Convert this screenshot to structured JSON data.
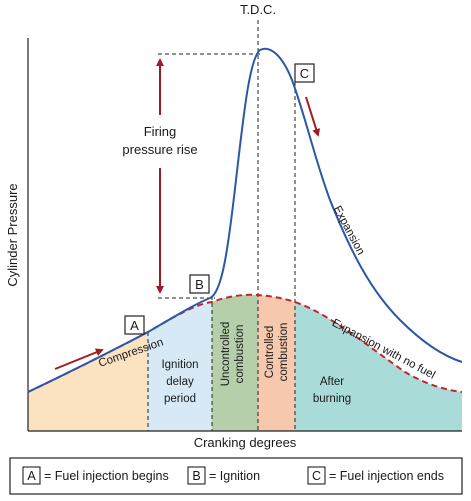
{
  "top_label": "T.D.C.",
  "y_axis_label": "Cylinder Pressure",
  "x_axis_label": "Cranking degrees",
  "firing_pressure": {
    "line1": "Firing",
    "line2": "pressure rise"
  },
  "curve_labels": {
    "compression": "Compression",
    "expansion": "Expansion",
    "expansion_no_fuel": "Expansion with no fuel"
  },
  "regions": {
    "ignition_delay": {
      "line1": "Ignition",
      "line2": "delay",
      "line3": "period",
      "color": "#d6e9f5"
    },
    "uncontrolled": {
      "line1": "Uncontrolled",
      "line2": "combustion",
      "color": "#b5cfab"
    },
    "controlled": {
      "line1": "Controlled",
      "line2": "combustion",
      "color": "#f6c8ae"
    },
    "after_burning": {
      "line1": "After",
      "line2": "burning",
      "color": "#a9dbd8"
    },
    "compression_fill": {
      "color": "#fbe3c2"
    }
  },
  "markers": {
    "A": "A",
    "B": "B",
    "C": "C"
  },
  "legend": [
    {
      "key": "A",
      "text": "= Fuel injection begins"
    },
    {
      "key": "B",
      "text": "= Ignition"
    },
    {
      "key": "C",
      "text": "= Fuel injection ends"
    }
  ],
  "colors": {
    "firing_curve": "#2b58a5",
    "motoring_curve": "#c0272d",
    "arrow": "#a01c22"
  }
}
